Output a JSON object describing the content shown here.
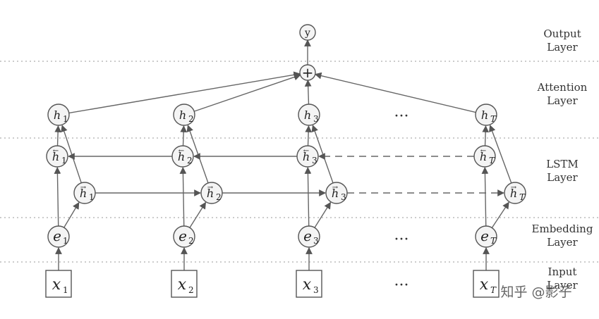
{
  "layers": [
    {
      "line1": "Output",
      "line2": "Layer"
    },
    {
      "line1": "Attention",
      "line2": "Layer"
    },
    {
      "line1": "LSTM",
      "line2": "Layer"
    },
    {
      "line1": "Embedding",
      "line2": "Layer"
    },
    {
      "line1": "Input",
      "line2": "Layer"
    }
  ],
  "output": {
    "label": "y",
    "combine_symbol": "+"
  },
  "columns": [
    {
      "attention": {
        "main": "h",
        "sub": "1"
      },
      "backward": {
        "main": "h",
        "sub": "1"
      },
      "forward": {
        "main": "h",
        "sub": "1"
      },
      "embedding": {
        "main": "e",
        "sub": "1"
      },
      "input": {
        "main": "x",
        "sub": "1"
      }
    },
    {
      "attention": {
        "main": "h",
        "sub": "2"
      },
      "backward": {
        "main": "h",
        "sub": "2"
      },
      "forward": {
        "main": "h",
        "sub": "2"
      },
      "embedding": {
        "main": "e",
        "sub": "2"
      },
      "input": {
        "main": "x",
        "sub": "2"
      }
    },
    {
      "attention": {
        "main": "h",
        "sub": "3"
      },
      "backward": {
        "main": "h",
        "sub": "3"
      },
      "forward": {
        "main": "h",
        "sub": "3"
      },
      "embedding": {
        "main": "e",
        "sub": "3"
      },
      "input": {
        "main": "x",
        "sub": "3"
      }
    },
    {
      "attention": {
        "main": "h",
        "sub": "T"
      },
      "backward": {
        "main": "h",
        "sub": "T"
      },
      "forward": {
        "main": "h",
        "sub": "T"
      },
      "embedding": {
        "main": "e",
        "sub": "T"
      },
      "input": {
        "main": "x",
        "sub": "T"
      }
    }
  ],
  "ellipsis": "···",
  "arrows": {
    "backward": "←",
    "forward": "→"
  },
  "watermark": "知乎 @影子"
}
